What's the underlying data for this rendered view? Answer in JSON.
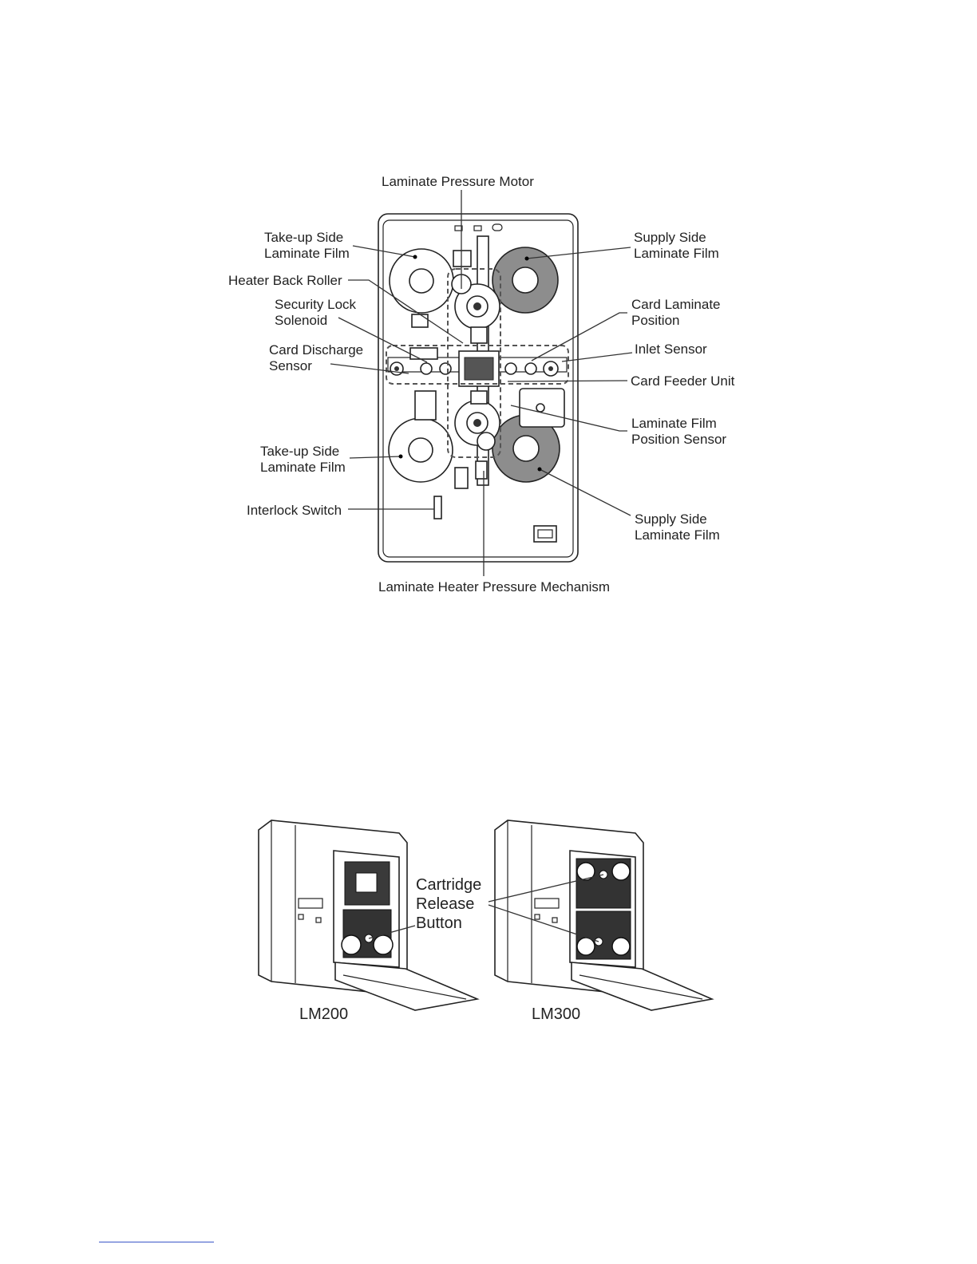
{
  "top_diagram": {
    "labels": {
      "laminate_pressure_motor": "Laminate Pressure Motor",
      "takeup_top_1": "Take-up Side",
      "takeup_top_2": "Laminate Film",
      "supply_top_1": "Supply Side",
      "supply_top_2": "Laminate Film",
      "heater_back_roller": "Heater Back Roller",
      "security_lock_1": "Security Lock",
      "security_lock_2": "Solenoid",
      "card_laminate_1": "Card Laminate",
      "card_laminate_2": "Position",
      "card_discharge_1": "Card Discharge",
      "card_discharge_2": "Sensor",
      "inlet_sensor": "Inlet Sensor",
      "card_feeder_unit": "Card Feeder Unit",
      "film_position_1": "Laminate Film",
      "film_position_2": "Position Sensor",
      "takeup_bottom_1": "Take-up Side",
      "takeup_bottom_2": "Laminate Film",
      "interlock_switch": "Interlock Switch",
      "supply_bottom_1": "Supply Side",
      "supply_bottom_2": "Laminate Film",
      "heater_pressure": "Laminate Heater Pressure Mechanism"
    }
  },
  "bottom_diagram": {
    "callout_1": "Cartridge",
    "callout_2": "Release",
    "callout_3": "Button",
    "model_left": "LM200",
    "model_right": "LM300"
  }
}
